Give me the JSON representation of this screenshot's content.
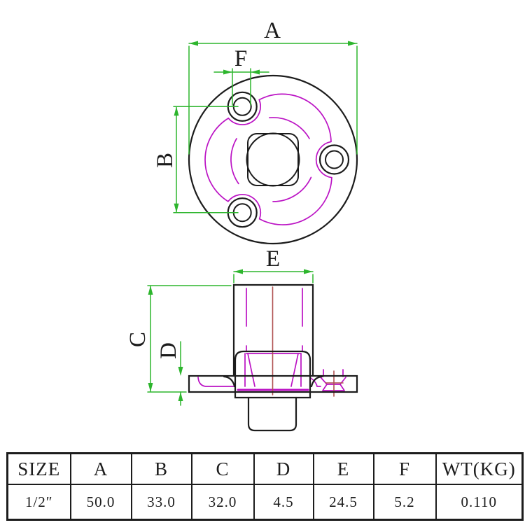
{
  "drawing": {
    "dimension_labels": {
      "A": "A",
      "B": "B",
      "C": "C",
      "D": "D",
      "E": "E",
      "F": "F"
    },
    "colors": {
      "outline": "#1c1c1c",
      "dimension_green": "#2db52d",
      "contour_magenta": "#bb12c4",
      "centerline_red": "#b05252",
      "background": "#ffffff"
    }
  },
  "table": {
    "headers": [
      "SIZE",
      "A",
      "B",
      "C",
      "D",
      "E",
      "F",
      "WT(KG)"
    ],
    "rows": [
      [
        "1/2″",
        "50.0",
        "33.0",
        "32.0",
        "4.5",
        "24.5",
        "5.2",
        "0.110"
      ]
    ]
  }
}
